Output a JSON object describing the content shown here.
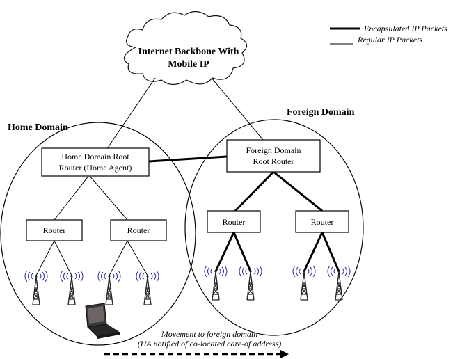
{
  "legend": {
    "encapsulated": "Encapsulated IP Packets",
    "regular": "Regular IP Packets"
  },
  "cloud": {
    "line1": "Internet Backbone With",
    "line2": "Mobile IP"
  },
  "home_domain": {
    "title": "Home Domain",
    "root_line1": "Home Domain Root",
    "root_line2": "Router (Home Agent)",
    "router_left": "Router",
    "router_right": "Router"
  },
  "foreign_domain": {
    "title": "Foreign Domain",
    "root_line1": "Foreign Domain",
    "root_line2": "Root Router",
    "router_left": "Router",
    "router_right": "Router"
  },
  "movement": {
    "line1": "Movement to foreign domain",
    "line2": "(HA notified of co-located care-of address)"
  }
}
